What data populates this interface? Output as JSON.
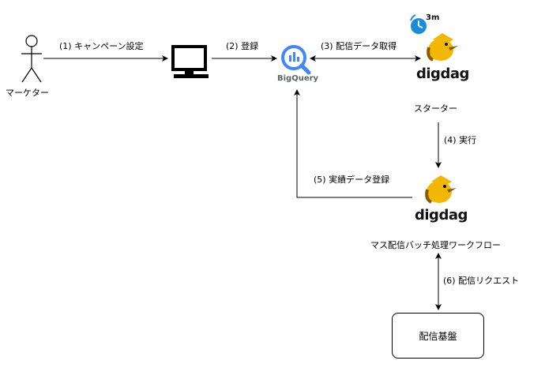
{
  "actors": {
    "marketer": "マーケター"
  },
  "edges": {
    "campaign_setting": "(1) キャンペーン設定",
    "register": "(2) 登録",
    "fetch_delivery_data": "(3) 配信データ取得",
    "execute": "(4) 実行",
    "register_results": "(5) 実績データ登録",
    "delivery_request": "(6) 配信リクエスト"
  },
  "nodes": {
    "bigquery_label": "BigQuery",
    "digdag_logo_1": "digdag",
    "digdag_logo_2": "digdag",
    "starter": "スターター",
    "batch_workflow": "マス配信バッチ処理ワークフロー",
    "delivery_platform": "配信基盤",
    "schedule_interval": "3m"
  },
  "colors": {
    "bigquery_blue": "#4386fa",
    "digdag_yellow": "#f2b705",
    "clock_blue": "#1a8cd8",
    "line": "#000000"
  }
}
